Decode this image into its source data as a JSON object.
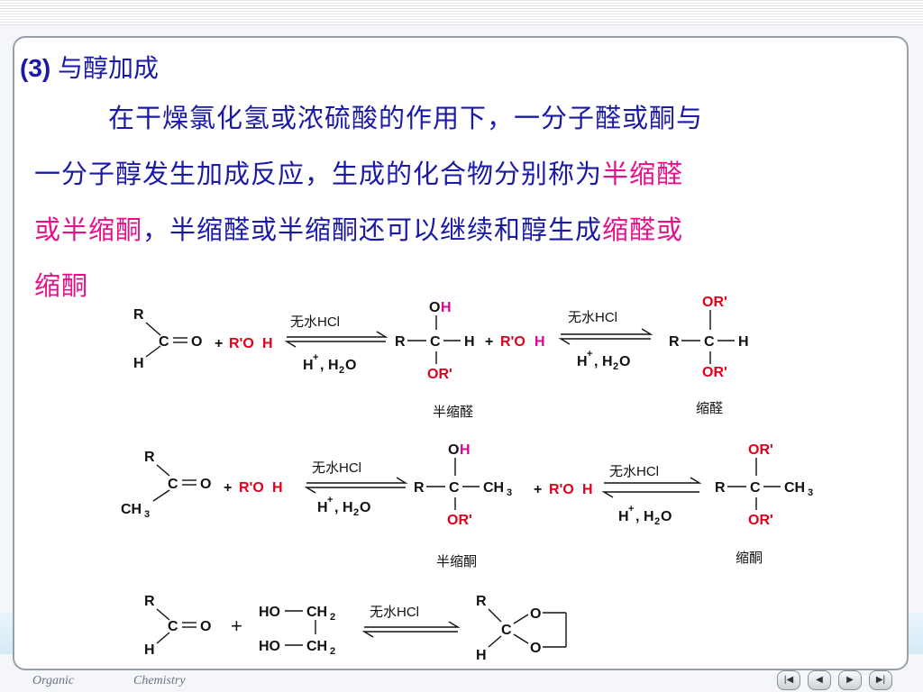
{
  "heading": {
    "number": "(3)",
    "title": "与醇加成"
  },
  "paragraph": {
    "line1": "在干燥氯化氢或浓硫酸的作用下，一分子醛或酮与",
    "line2_a": "一分子醇发生加成反应，生成的化合物分别称为",
    "line2_b": "半缩醛",
    "line3_a": "或半缩酮",
    "line3_b": "，半缩醛或半缩酮还可以继续和醇生成",
    "line3_c": "缩醛或",
    "line4": "缩酮"
  },
  "labels": {
    "R": "R",
    "C": "C",
    "O": "O",
    "H": "H",
    "CH": "CH",
    "sub3": "3",
    "sub2": "2",
    "plus": "+",
    "ROH_R": "R'O",
    "ROH_H": "H",
    "OR": "OR'",
    "OH_O": "O",
    "OH_H": "H",
    "HO": "HO",
    "CH2": "CH",
    "catalyst": "无水HCl",
    "hplus": "H",
    "sup_plus": "+",
    "sep": ",",
    "water_H": "H",
    "water_O": "O"
  },
  "captions": {
    "hemiacetal": "半缩醛",
    "acetal": "缩醛",
    "hemiketal": "半缩酮",
    "ketal": "缩酮"
  },
  "footer": {
    "left": "Organic",
    "right": "Chemistry"
  },
  "nav": {
    "first": "|◀",
    "prev": "◀",
    "next": "▶",
    "last": "▶|"
  }
}
